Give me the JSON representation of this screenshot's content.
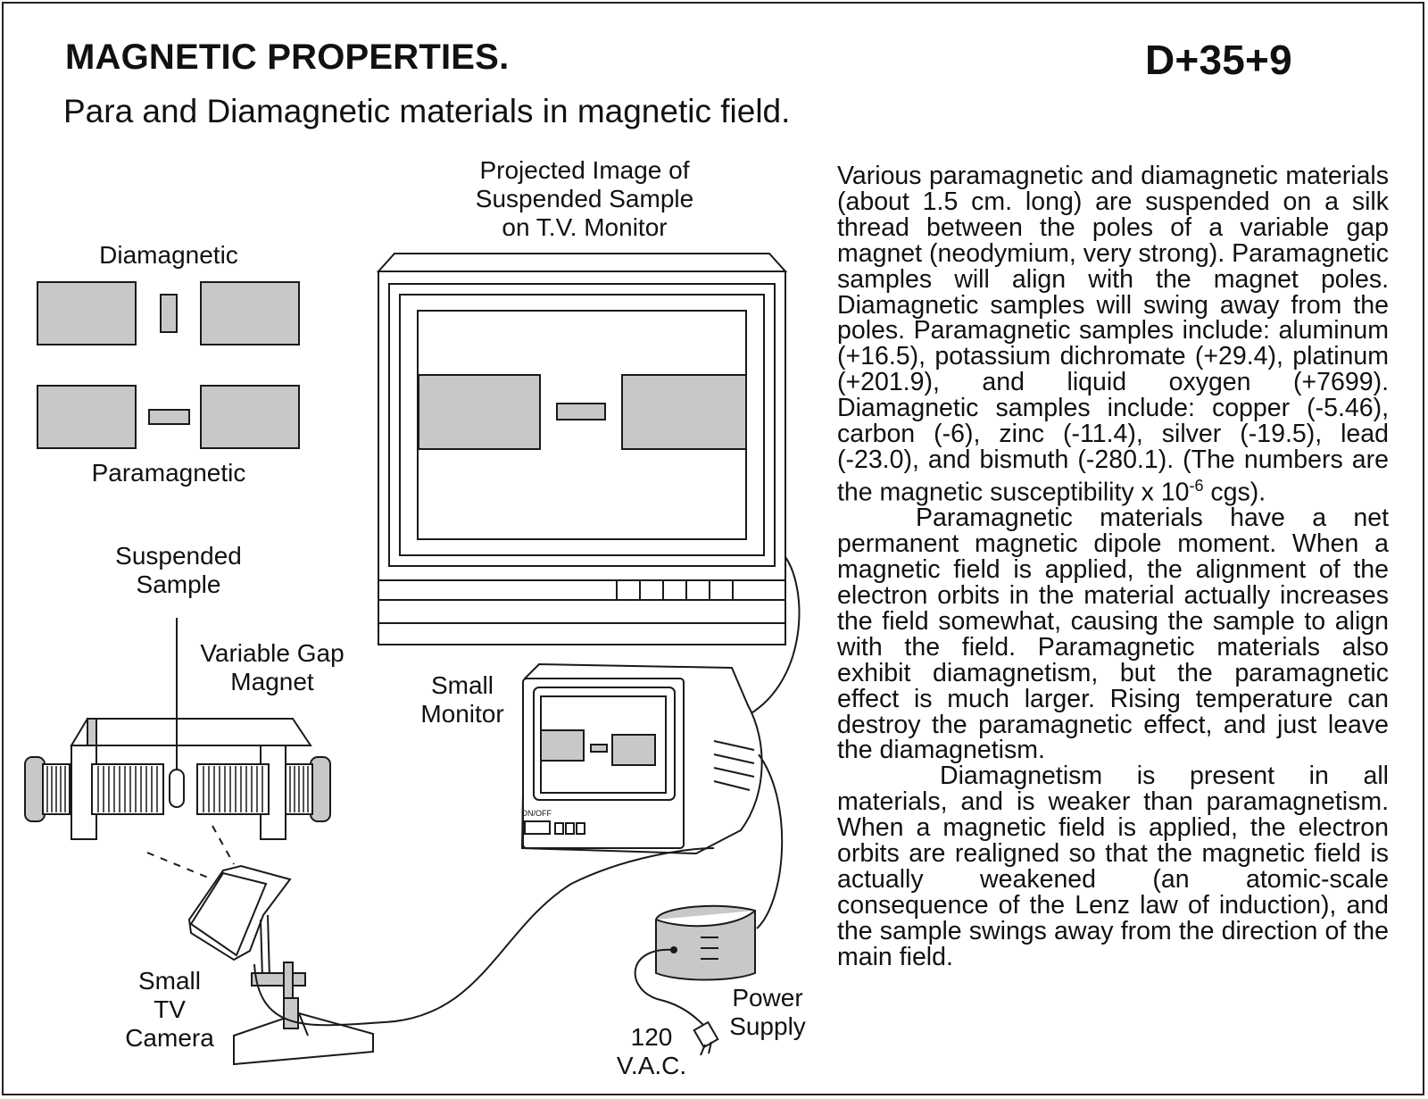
{
  "header": {
    "title": "MAGNETIC PROPERTIES.",
    "code": "D+35+9",
    "subtitle": "Para and Diamagnetic materials in magnetic field."
  },
  "labels": {
    "projected_1": "Projected Image of",
    "projected_2": "Suspended Sample",
    "projected_3": "on T.V. Monitor",
    "diamagnetic": "Diamagnetic",
    "paramagnetic": "Paramagnetic",
    "suspended_1": "Suspended",
    "suspended_2": "Sample",
    "magnet_1": "Variable Gap",
    "magnet_2": "Magnet",
    "small_monitor_1": "Small",
    "small_monitor_2": "Monitor",
    "camera_1": "Small",
    "camera_2": "TV",
    "camera_3": "Camera",
    "power_1": "Power",
    "power_2": "Supply",
    "vac_1": "120",
    "vac_2": "V.A.C.",
    "on_off": "ON/OFF"
  },
  "description": {
    "p1a": "Various paramagnetic and diamagnetic materials (about 1.5 cm. long) are suspended on a silk thread between the poles of a variable gap magnet (neodymium, very strong). Paramagnetic samples will align with the magnet poles. Diamagnetic samples will swing away from the poles. Paramagnetic samples include: aluminum (+16.5), potassium dichromate (+29.4), platinum (+201.9), and liquid oxygen (+7699). Diamagnetic samples include: copper (-5.46), carbon (-6), zinc (-11.4), silver (-19.5), lead (-23.0), and bismuth (-280.1). (The numbers are the magnetic susceptibility x 10",
    "p1sup": "-6",
    "p1b": " cgs).",
    "p2": "Paramagnetic materials have a net permanent magnetic dipole moment. When a magnetic field is applied, the alignment of the electron orbits in the material actually increases the field somewhat, causing the sample to align with the field. Paramagnetic materials also exhibit diamagnetism, but the paramagnetic effect is much larger. Rising temperature can destroy the paramagnetic effect, and just leave the diamagnetism.",
    "p3": "Diamagnetism is present in all materials, and is weaker than paramagnetism. When a magnetic field is applied, the electron orbits are realigned so that the magnetic field is actually weakened (an atomic-scale consequence of the Lenz law of induction), and the sample swings away from the direction of the main field."
  },
  "colors": {
    "pole_gray": "#c8c8c8",
    "line": "#1a1a1a",
    "background": "#ffffff"
  }
}
